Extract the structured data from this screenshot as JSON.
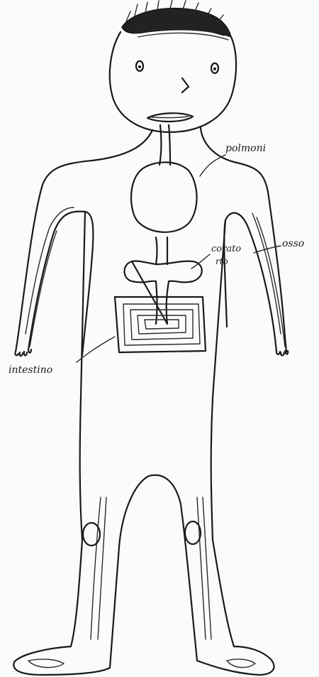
{
  "labels": {
    "lungs": "polmoni",
    "heart_line1": "corato",
    "heart_line2": "rto",
    "bone": "osso",
    "intestine": "intestino"
  },
  "colors": {
    "ink": "#1a1a1a",
    "paper": "#fbfbfb",
    "hair": "#222222"
  }
}
